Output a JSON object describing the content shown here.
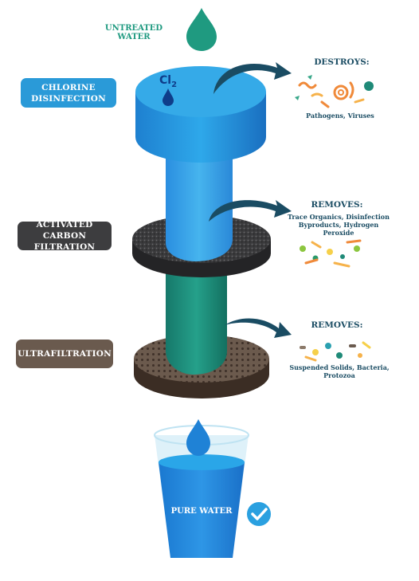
{
  "title": "UNTREATED WATER",
  "chlorine_symbol": "Cl",
  "chlorine_subscript": "2",
  "stages": [
    {
      "label": "CHLORINE DISINFECTION",
      "action": "DESTROYS:",
      "targets": "Pathogens, Viruses",
      "color": "#2a9ad8"
    },
    {
      "label": "ACTIVATED CARBON FILTRATION",
      "action": "REMOVES:",
      "targets": "Trace Organics, Disinfection Byproducts, Hydrogen Peroxide",
      "color": "#3d3d3f"
    },
    {
      "label": "ULTRAFILTRATION",
      "action": "REMOVES:",
      "targets": "Suspended Solids, Bacteria, Protozoa",
      "color": "#6a5a4e"
    }
  ],
  "result": "PURE WATER",
  "colors": {
    "untreated_drop": "#1f9a80",
    "chlorine_cylinder": "#2b9ee0",
    "carbon_disc": "#3a3a3c",
    "ultra_disc": "#5b4a3e",
    "teal_column": "#1f8c78",
    "arrow": "#1a4c63",
    "pure_water": "#1f82d6",
    "check_badge": "#2aa0e0"
  },
  "icons": [
    "water-drop-icon",
    "check-icon",
    "arrow-icon",
    "pathogen-icon",
    "glass-icon"
  ]
}
